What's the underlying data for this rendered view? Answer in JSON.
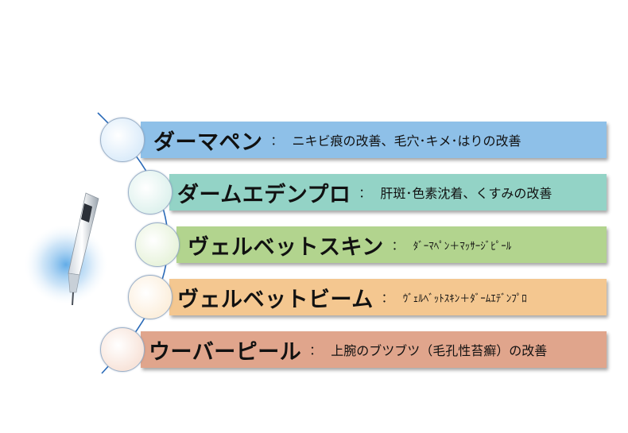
{
  "items": [
    {
      "name": "ダーマペン",
      "colon": "：",
      "desc": "ニキビ痕の改善、毛穴･キメ･はりの改善",
      "bar_color": "#8ec0e8",
      "circle_color": "#dcecfa"
    },
    {
      "name": "ダームエデンプロ",
      "colon": "：",
      "desc": "肝斑･色素沈着、くすみの改善",
      "bar_color": "#93d3c6",
      "circle_color": "#dff2ee"
    },
    {
      "name": "ヴェルベットスキン",
      "colon": "：",
      "desc": "ﾀﾞｰﾏﾍﾟﾝ＋ﾏｯｻｰｼﾞﾋﾟｰﾙ",
      "bar_color": "#b2d48e",
      "circle_color": "#e8f3dc"
    },
    {
      "name": "ヴェルベットビーム",
      "colon": "：",
      "desc": "ｳﾞｪﾙﾍﾞｯﾄｽｷﾝ＋ﾀﾞｰﾑｴﾃﾞﾝﾌﾟﾛ",
      "bar_color": "#f4c790",
      "circle_color": "#fcefdd"
    },
    {
      "name": "ウーバーピール",
      "colon": "：",
      "desc": "上腕のブツブツ（毛孔性苔癬）の改善",
      "bar_color": "#e0a58c",
      "circle_color": "#f8e4da"
    }
  ]
}
